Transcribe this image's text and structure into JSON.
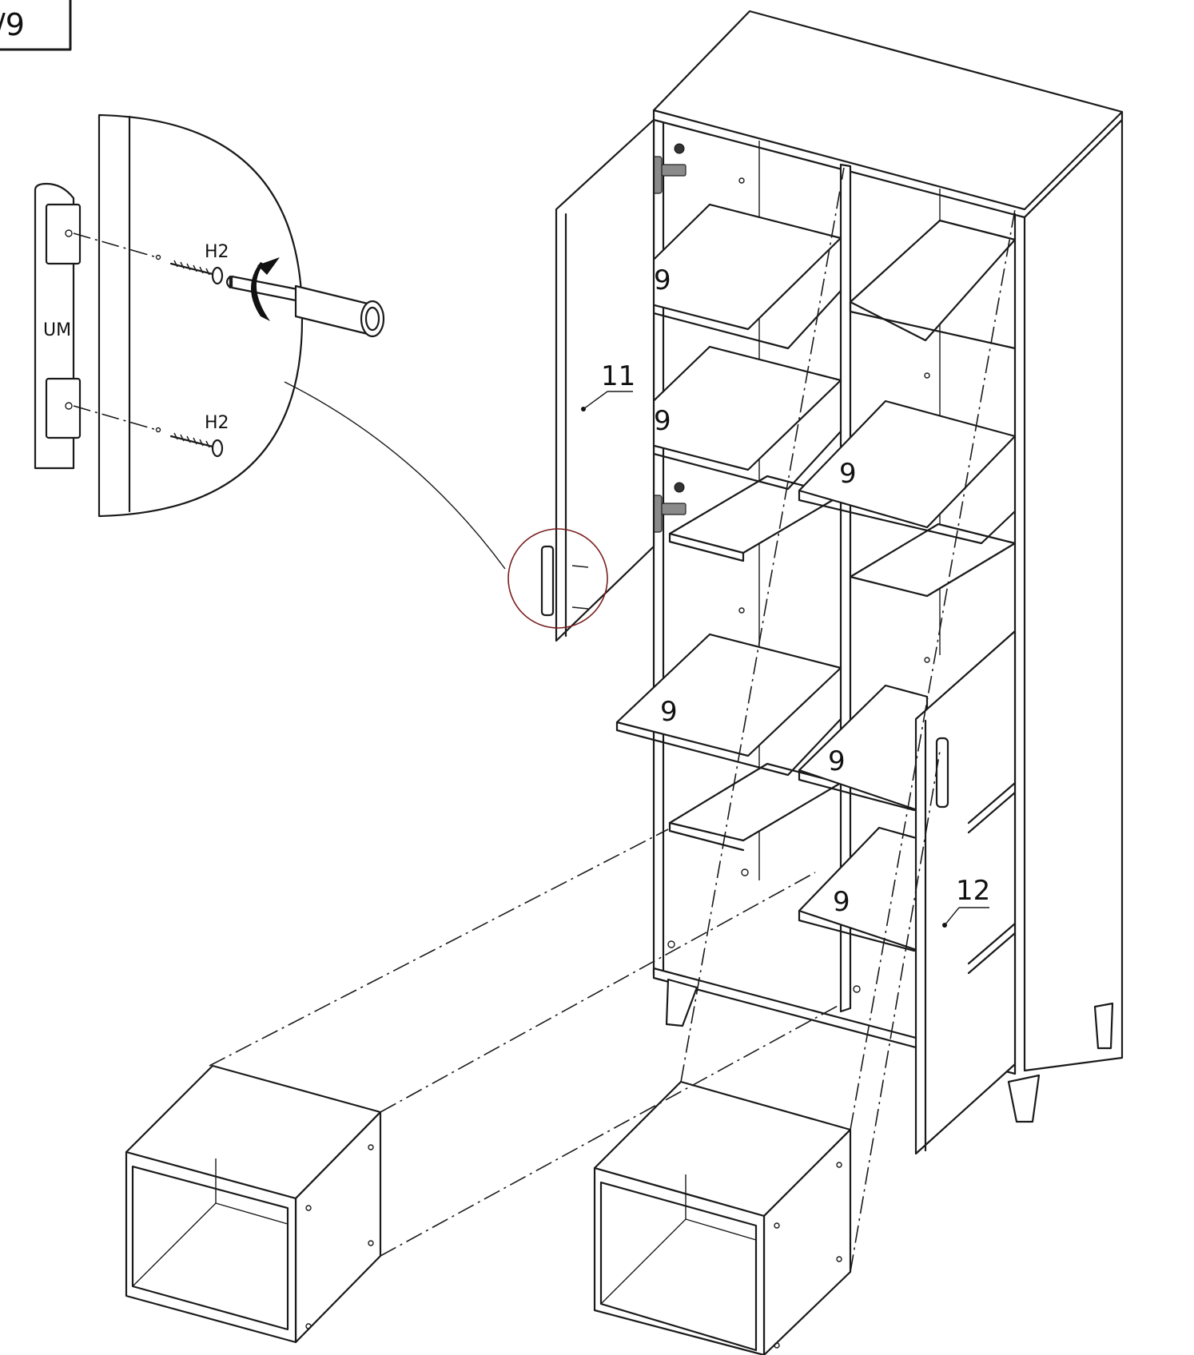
{
  "step": {
    "number": "/9"
  },
  "detail": {
    "bracket_label": "UM",
    "screw_label_top": "H2",
    "screw_label_bottom": "H2"
  },
  "parts": {
    "shelf": "9",
    "left_door": "11",
    "right_door": "12"
  },
  "colors": {
    "line": "#1a1a1a",
    "detail_circle": "#7a1f1f",
    "background": "#ffffff"
  }
}
